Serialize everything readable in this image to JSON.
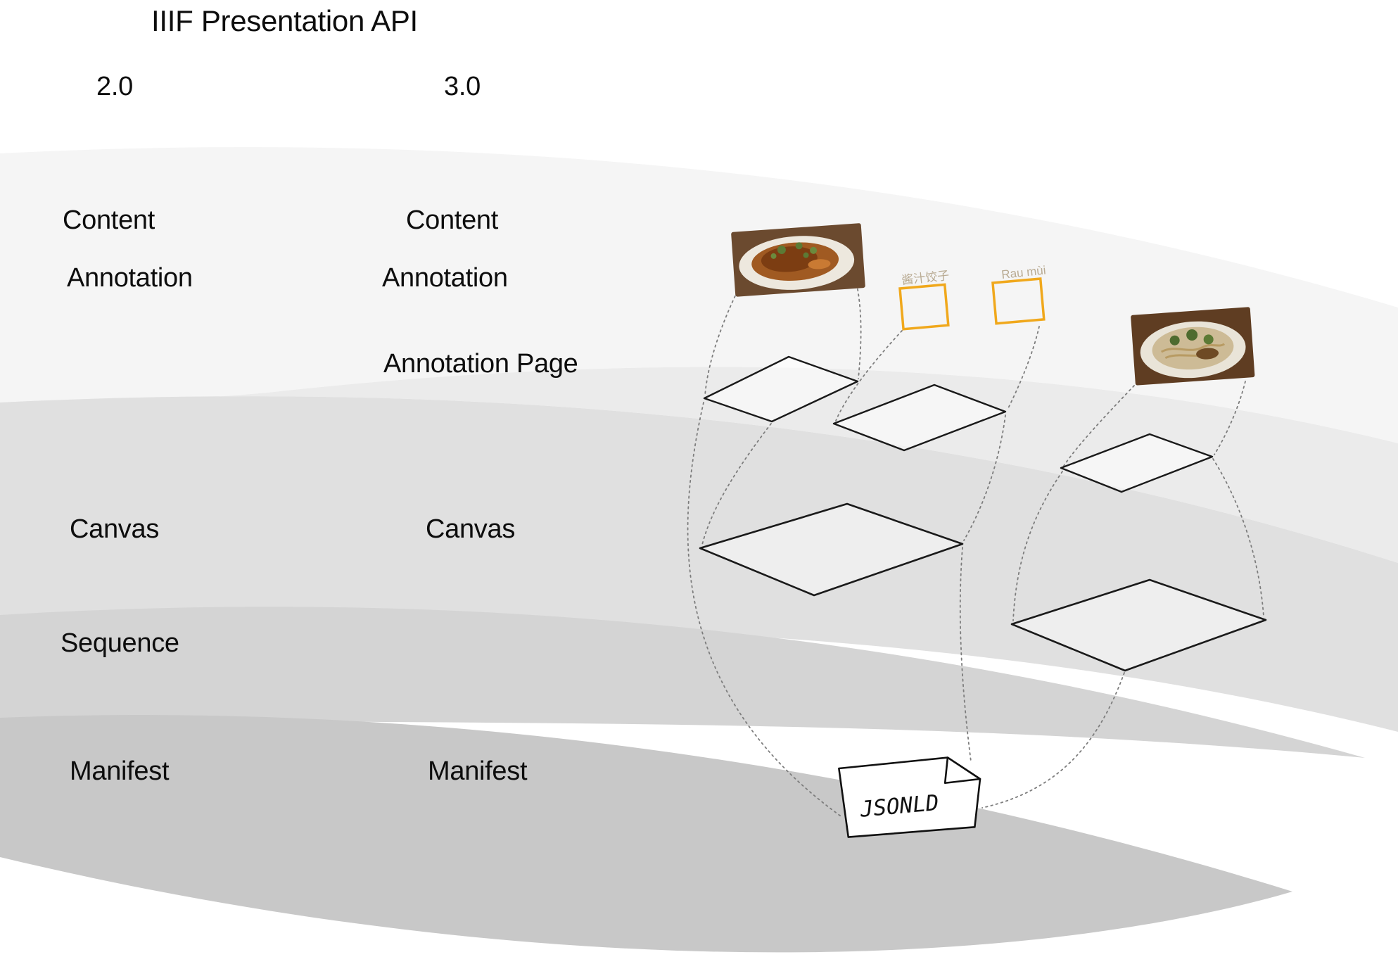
{
  "labels": {
    "title": "IIIF Presentation API",
    "version_2": "2.0",
    "version_3": "3.0",
    "content": "Content",
    "annotation": "Annotation",
    "annotation_page": "Annotation Page",
    "canvas": "Canvas",
    "sequence": "Sequence",
    "manifest": "Manifest"
  },
  "annotations": {
    "caption_dish_1": "酱汁饺子",
    "caption_dish_2": "Rau mùi",
    "document_label": "JSONLD"
  },
  "colors": {
    "band_content_annotation": "#f5f5f5",
    "band_annotation_page": "#ebebeb",
    "band_canvas": "#e0e0e0",
    "band_sequence": "#d4d4d4",
    "band_manifest": "#c8c8c8",
    "annotation_box_orange": "#f0a81c",
    "shape_stroke": "#1a1a1a",
    "dotted_line": "#7d7d7d"
  }
}
